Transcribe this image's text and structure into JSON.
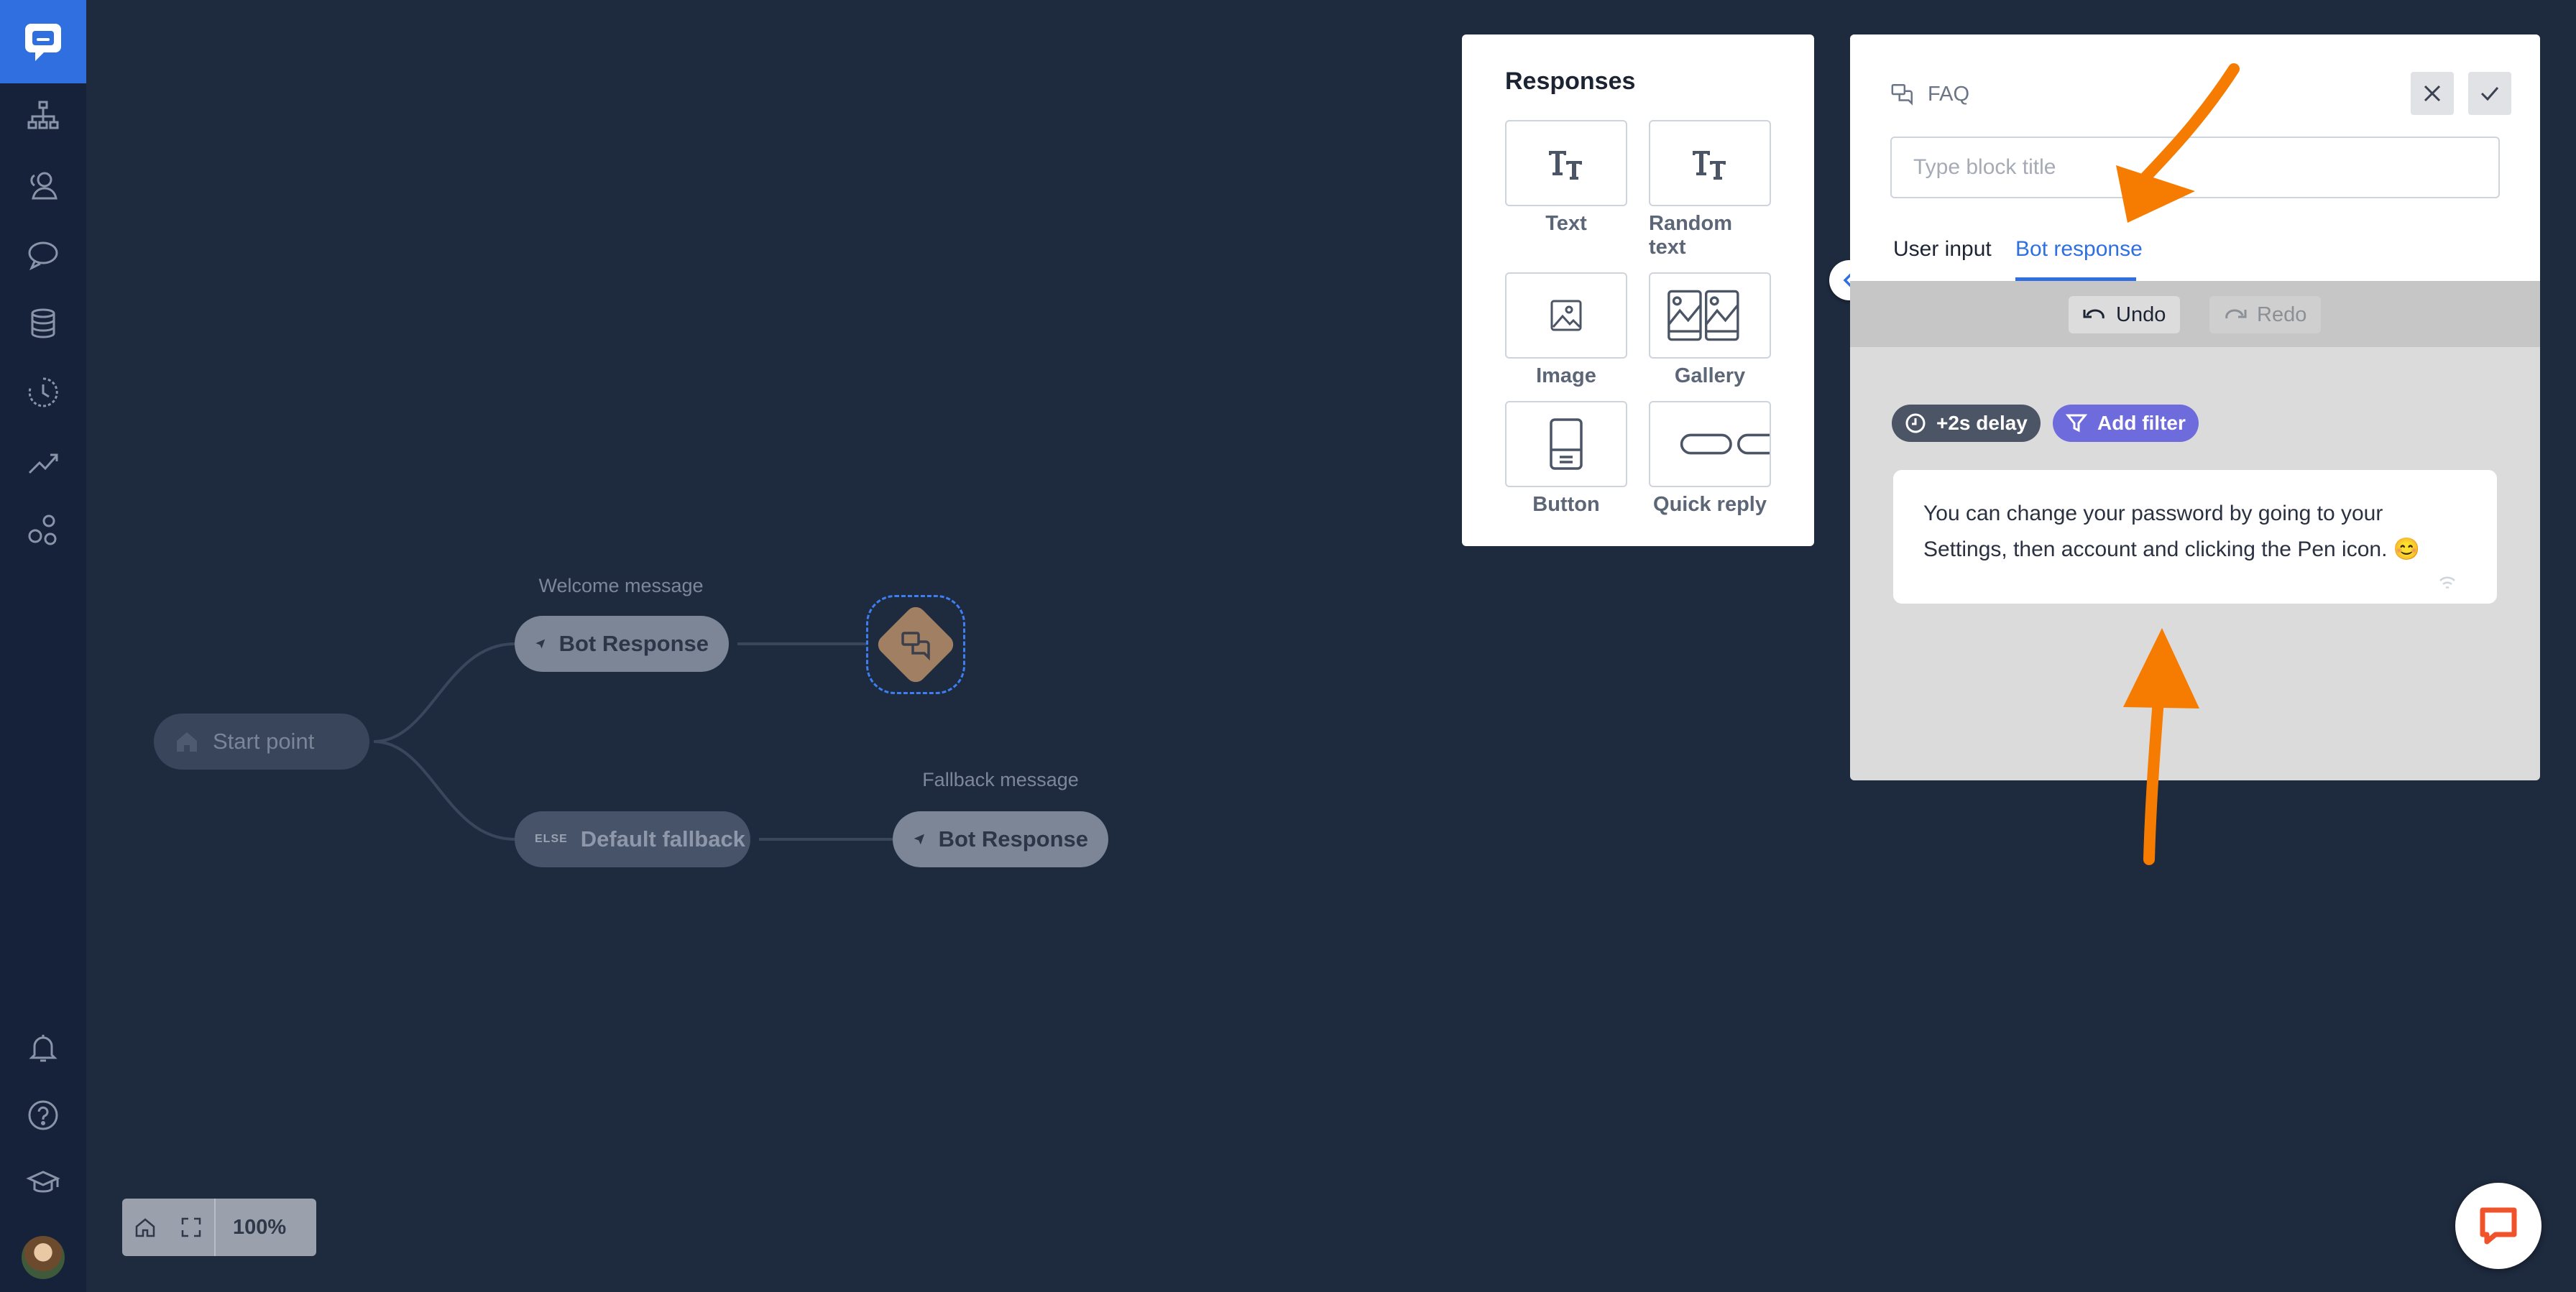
{
  "canvas": {
    "start_node": {
      "label": "Start point"
    },
    "welcome_branch": {
      "caption": "Welcome message",
      "label": "Bot Response"
    },
    "fallback_branch": {
      "tag": "ELSE",
      "label": "Default fallback"
    },
    "fallback_response": {
      "caption": "Fallback message",
      "label": "Bot Response"
    },
    "zoom": {
      "level": "100%"
    }
  },
  "responses_panel": {
    "title": "Responses",
    "items": [
      {
        "label": "Text",
        "icon": "text-icon"
      },
      {
        "label": "Random text",
        "icon": "random-text-icon"
      },
      {
        "label": "Image",
        "icon": "image-icon"
      },
      {
        "label": "Gallery",
        "icon": "gallery-icon"
      },
      {
        "label": "Button",
        "icon": "button-icon"
      },
      {
        "label": "Quick reply",
        "icon": "quick-reply-icon"
      }
    ]
  },
  "faq_panel": {
    "title": "FAQ",
    "title_input": {
      "value": "",
      "placeholder": "Type block title"
    },
    "tabs": [
      {
        "label": "User input",
        "active": false
      },
      {
        "label": "Bot response",
        "active": true
      }
    ],
    "undo_label": "Undo",
    "redo_label": "Redo",
    "delay_badge": "+2s delay",
    "filter_badge": "Add filter",
    "message_line1": "You can change your password by going to your",
    "message_line2": "Settings, then account and clicking the Pen icon. 😊"
  },
  "colors": {
    "accent": "#2f6fe0",
    "canvas_bg": "#1e2a3e",
    "sidebar_bg": "#16223a",
    "filter_badge": "#6e6bdc",
    "annotation_arrow": "#f57c00"
  }
}
